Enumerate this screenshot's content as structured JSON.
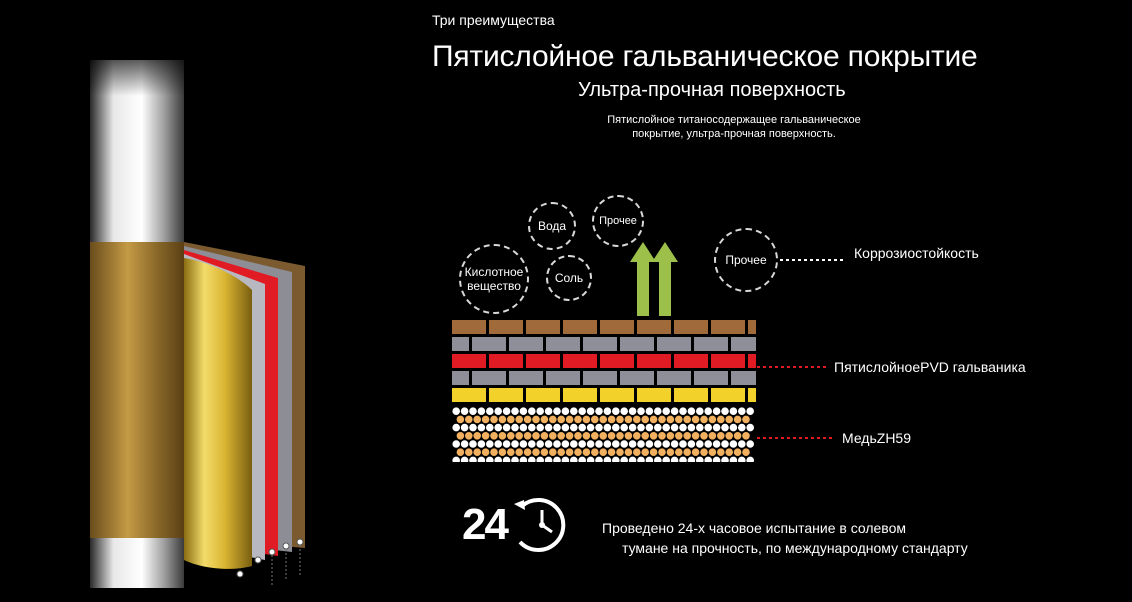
{
  "header": {
    "pre_title": "Три преимущества",
    "title": "Пятислойное гальваническое покрытие",
    "subtitle": "Ультра-прочная поверхность",
    "description_line1": "Пятислойное титаносодержащее гальваническое",
    "description_line2": "покрытие, ультра-прочная поверхность."
  },
  "bubbles": {
    "water": "Вода",
    "other_top": "Прочее",
    "acid_line1": "Кислотное",
    "acid_line2": "вещество",
    "salt": "Соль",
    "other_right": "Прочее"
  },
  "callouts": {
    "corrosion": "Коррозиостойкость",
    "pvd": "ПятислойноеPVD гальваника",
    "brass": "МедьZH59"
  },
  "test": {
    "number": "24",
    "caption_line1": "Проведено 24-х часовое испытание в солевом",
    "caption_line2": "тумане на прочность, по международному стандарту"
  },
  "colors": {
    "layer_brown": "#a06a3a",
    "layer_gray": "#8f8f99",
    "layer_red": "#e01b24",
    "layer_yellow": "#f2d12b",
    "bead_orange": "#f0b060",
    "arrow_green": "#9cc04a",
    "callout_red": "#e01b24"
  }
}
